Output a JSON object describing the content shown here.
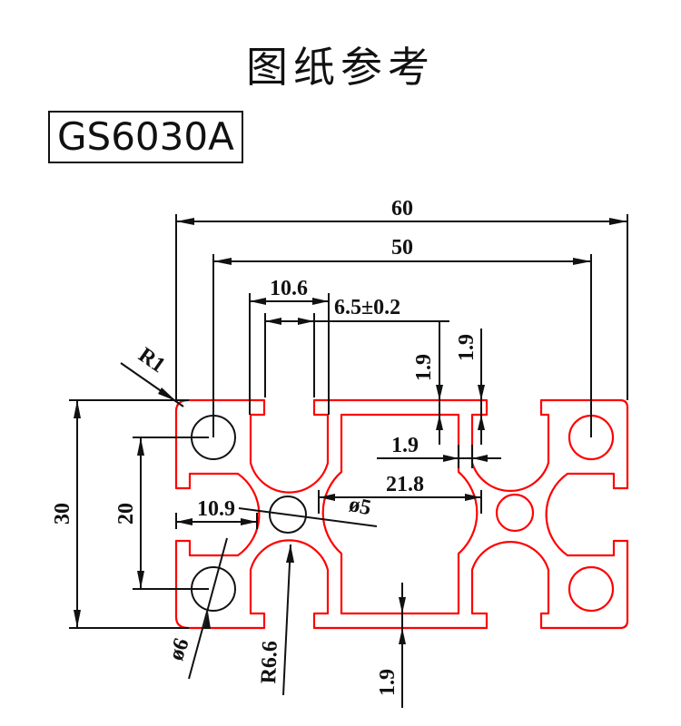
{
  "header": {
    "title": "图纸参考",
    "model": "GS6030A"
  },
  "drawing": {
    "profile_color": "#ff0000",
    "line_color": "#111111",
    "dimensions": {
      "overall_width": "60",
      "hole_spacing_width": "50",
      "slot_outer_width": "10.6",
      "slot_opening": "6.5±0.2",
      "wall_1": "1.9",
      "wall_2": "1.9",
      "wall_3": "1.9",
      "wall_bottom": "1.9",
      "center_cavity_width": "21.8",
      "side_depth": "10.9",
      "overall_height": "30",
      "hole_spacing_height": "20",
      "corner_radius": "R1",
      "small_hole_dia": "ø5",
      "hole_dia": "ø6",
      "slot_radius": "R6.6"
    }
  }
}
